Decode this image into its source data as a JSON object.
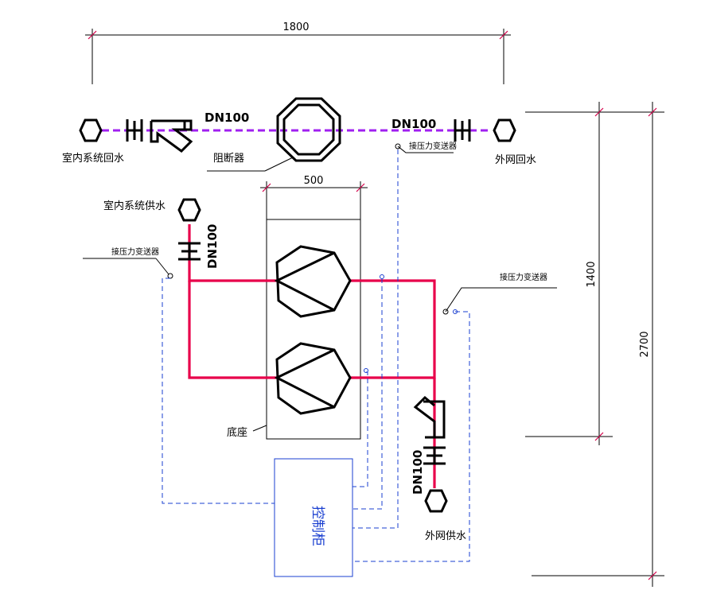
{
  "labels": {
    "indoor_return": "室内系统回水",
    "outdoor_return": "外网回水",
    "indoor_supply": "室内系统供水",
    "outdoor_supply": "外网供水",
    "isolator": "阻断器",
    "base": "底座",
    "control_cabinet": "控制柜",
    "pressure_transmitter_1": "接压力变送器",
    "pressure_transmitter_2": "接压力变送器",
    "pressure_transmitter_3": "接压力变送器"
  },
  "pipe_sizes": {
    "return_left": "DN100",
    "return_right": "DN100",
    "supply_in": "DN100",
    "supply_out": "DN100"
  },
  "dimensions": {
    "top_width": "1800",
    "base_width": "500",
    "right_inner": "1400",
    "right_outer": "2700"
  },
  "colors": {
    "supply_pipe": "#e8004a",
    "return_pipe": "#a020f0",
    "signal_line": "#1a3fd0",
    "dimension_tick": "#d4004a"
  }
}
